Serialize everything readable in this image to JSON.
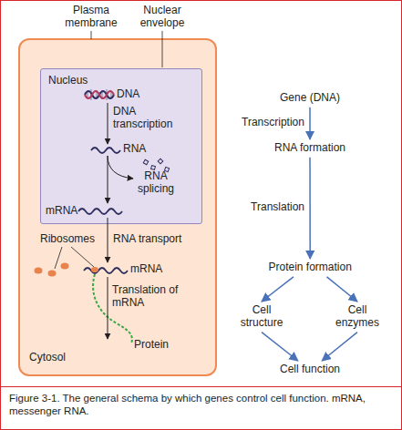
{
  "diagram": {
    "caption": "Figure 3-1. The general schema by which genes control cell function. mRNA, messenger RNA.",
    "nodes": [
      {
        "text": [
          "Cytosol"
        ]
      },
      {
        "text": [
          "Nucleus"
        ],
        "in": 0
      },
      {
        "text": [
          "Gene (DNA)"
        ]
      },
      {
        "text": [
          "RNA formation"
        ]
      },
      {
        "text": [
          "Protein formation"
        ]
      },
      {
        "text": [
          "Cell structure"
        ]
      },
      {
        "text": [
          "Cell enzymes"
        ]
      },
      {
        "text": [
          "Cell function"
        ]
      }
    ],
    "edges": [
      {
        "from": 2,
        "to": 3,
        "arrow": "to",
        "label": "Transcription"
      },
      {
        "from": 3,
        "to": 4,
        "arrow": "to",
        "label": "Translation"
      },
      {
        "from": 4,
        "to": 5,
        "arrow": "to"
      },
      {
        "from": 4,
        "to": 6,
        "arrow": "to"
      },
      {
        "from": 5,
        "to": 7,
        "arrow": "to"
      },
      {
        "from": 6,
        "to": 7,
        "arrow": "to"
      }
    ],
    "labels": [
      "Plasma membrane",
      "Nuclear envelope",
      "DNA",
      "DNA transcription",
      "RNA",
      "RNA splicing",
      "mRNA",
      "Ribosomes",
      "RNA transport",
      "mRNA",
      "Translation of mRNA",
      "Protein"
    ]
  }
}
